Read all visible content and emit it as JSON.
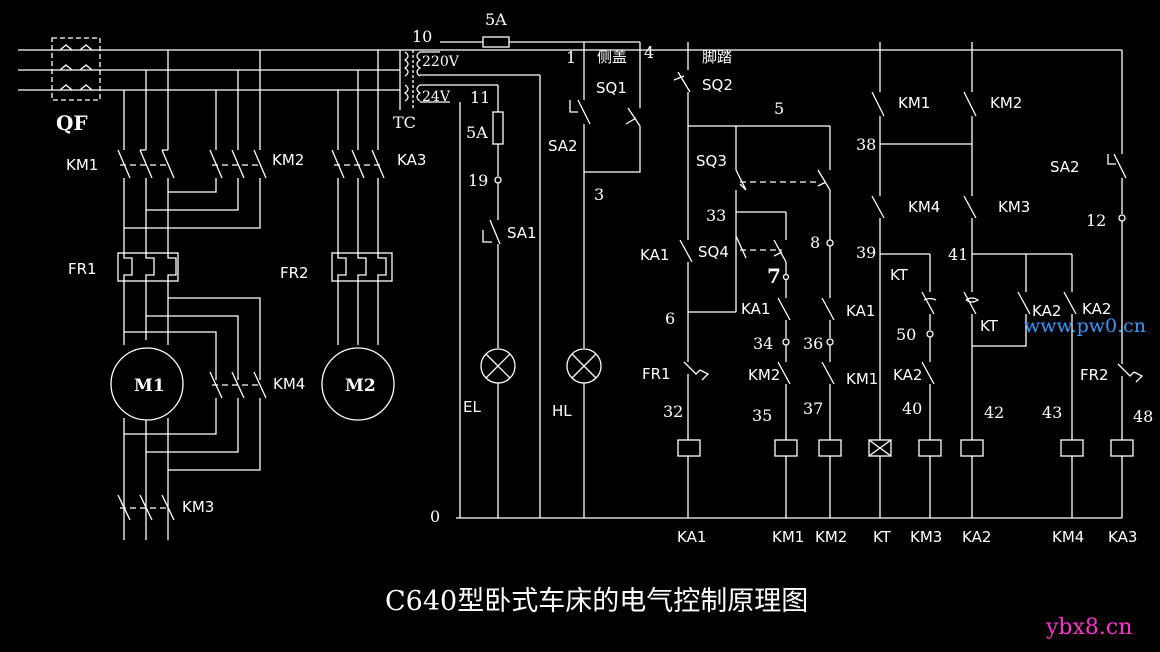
{
  "title": "C640型卧式车床的电气控制原理图",
  "watermark_site": "www.pw0.cn",
  "watermark_corner": "ybx8.cn",
  "power": {
    "breaker": "QF",
    "transformer": "TC",
    "v220": "220V",
    "v24": "24V"
  },
  "main": {
    "km1": "KM1",
    "km2": "KM2",
    "ka3": "KA3",
    "fr1": "FR1",
    "fr2": "FR2",
    "m1": "M1",
    "m2": "M2",
    "km4": "KM4",
    "km3": "KM3"
  },
  "lighting": {
    "n10": "10",
    "fuse_top": "5A",
    "n11": "11",
    "fuse_mid": "5A",
    "n19": "19",
    "sa1": "SA1",
    "el": "EL",
    "n0": "0",
    "n1": "1",
    "side_cover": "侧盖",
    "sq1": "SQ1",
    "sa2": "SA2",
    "n3": "3",
    "hl": "HL"
  },
  "control": {
    "n4": "4",
    "pedal": "脚踏",
    "sq2": "SQ2",
    "n5": "5",
    "sq3": "SQ3",
    "n33": "33",
    "ka1_a": "KA1",
    "sq4": "SQ4",
    "n8": "8",
    "n7": "7",
    "ka1_b": "KA1",
    "ka1_c": "KA1",
    "n6": "6",
    "n34": "34",
    "n36": "36",
    "fr1": "FR1",
    "km2_nc": "KM2",
    "km1_nc": "KM1",
    "n32": "32",
    "n35": "35",
    "n37": "37",
    "km1_no": "KM1",
    "km2_no": "KM2",
    "n38": "38",
    "km4_nc": "KM4",
    "km3_nc": "KM3",
    "n39": "39",
    "n41": "41",
    "kt_a": "KT",
    "kt_b": "KT",
    "n50": "50",
    "ka2_a": "KA2",
    "ka2_b": "KA2",
    "ka2_c": "KA2",
    "n40": "40",
    "n42": "42",
    "n43": "43",
    "sa2": "SA2",
    "n12": "12",
    "fr2": "FR2",
    "n48": "48"
  },
  "coils": [
    "KA1",
    "KM1",
    "KM2",
    "KT",
    "KM3",
    "KA2",
    "KM4",
    "KA3"
  ],
  "colors": {
    "background": "#000000",
    "lines": "#ffffff",
    "watermark_blue": "#3399ff",
    "watermark_pink": "#ff33cc"
  }
}
